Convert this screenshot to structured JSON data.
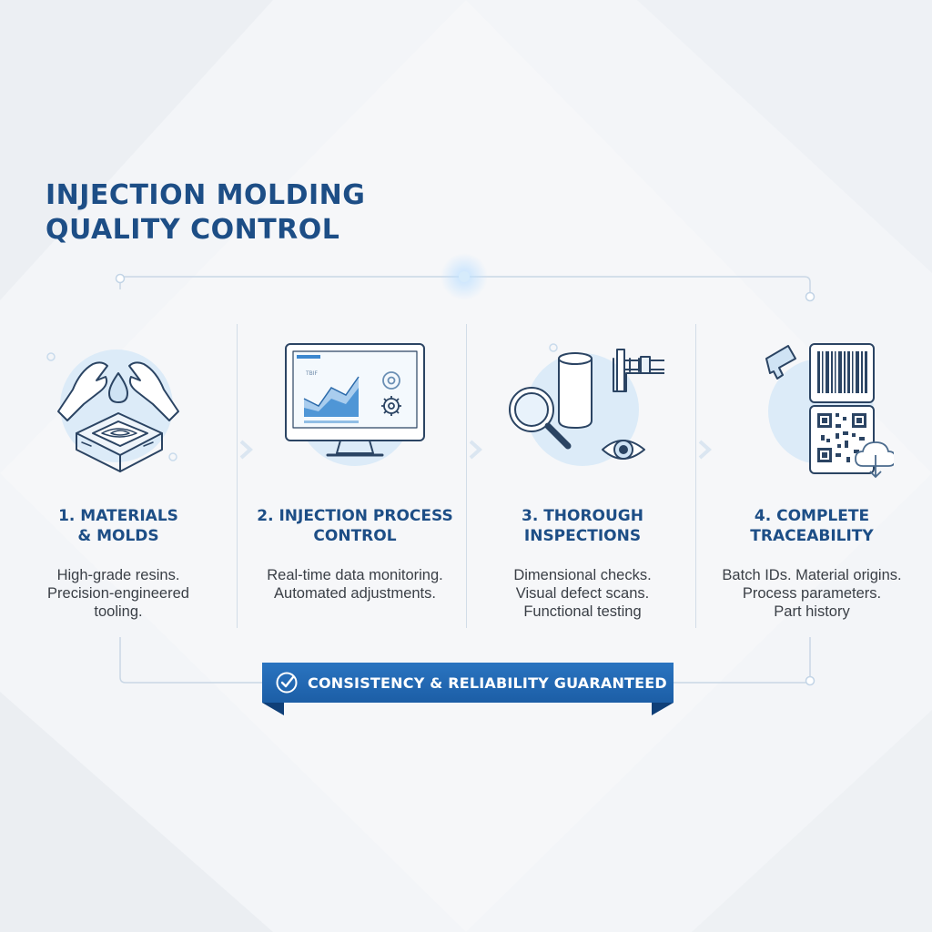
{
  "title": {
    "line1": "INJECTION MOLDING",
    "line2": "QUALITY CONTROL"
  },
  "colors": {
    "primary": "#1d4e86",
    "accent": "#2a74c0",
    "icon_stroke": "#2b4463",
    "icon_fill": "#dcebf8"
  },
  "steps": [
    {
      "title_line1": "1. MATERIALS",
      "title_line2": "& MOLDS",
      "desc": [
        "High-grade resins.",
        "Precision-engineered",
        "tooling."
      ],
      "icon": "hands-mold-icon"
    },
    {
      "title_line1": "2. INJECTION PROCESS",
      "title_line2": "CONTROL",
      "desc": [
        "Real-time data monitoring.",
        "Automated adjustments."
      ],
      "icon": "monitor-chart-icon",
      "screen_label": "TBIF"
    },
    {
      "title_line1": "3. THOROUGH",
      "title_line2": "INSPECTIONS",
      "desc": [
        "Dimensional checks.",
        "Visual defect scans.",
        "Functional testing"
      ],
      "icon": "inspection-icon"
    },
    {
      "title_line1": "4. COMPLETE",
      "title_line2": "TRACEABILITY",
      "desc": [
        "Batch IDs. Material origins.",
        "Process parameters.",
        "Part history"
      ],
      "icon": "barcode-qr-icon"
    }
  ],
  "banner": {
    "text": "CONSISTENCY & RELIABILITY GUARANTEED",
    "icon": "check-circle-icon"
  }
}
